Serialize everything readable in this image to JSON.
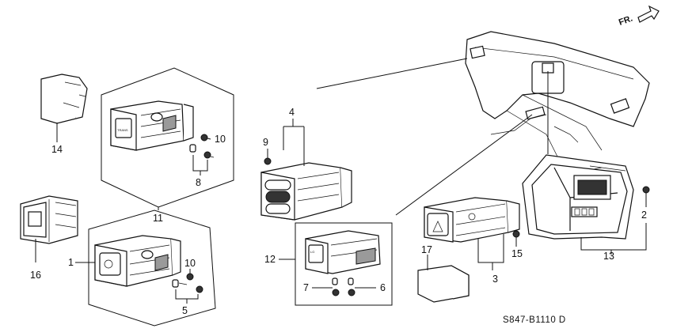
{
  "diagram": {
    "direction_marker": "FR.",
    "code": "S847-B1110 D",
    "callouts": {
      "c1": "1",
      "c2": "2",
      "c3": "3",
      "c4": "4",
      "c5": "5",
      "c6": "6",
      "c7": "7",
      "c8": "8",
      "c9": "9",
      "c10a": "10",
      "c10b": "10",
      "c11": "11",
      "c12": "12",
      "c13": "13",
      "c14": "14",
      "c15": "15",
      "c16": "16",
      "c17": "17"
    },
    "switch_legends": {
      "trans": "TRANS",
      "lg": "LG"
    }
  }
}
